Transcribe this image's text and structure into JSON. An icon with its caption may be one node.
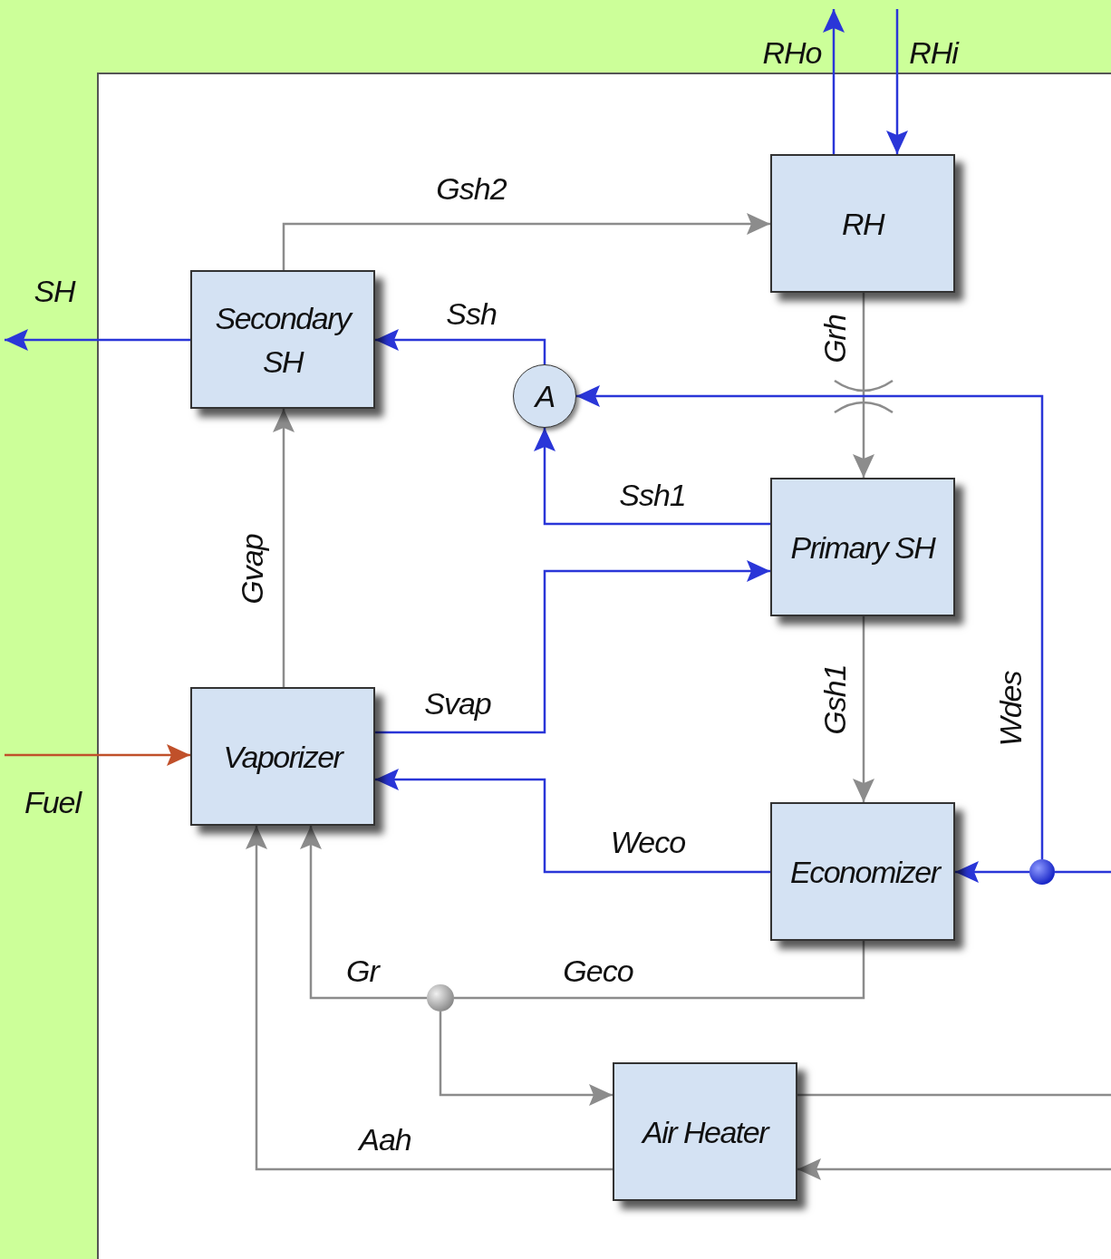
{
  "diagram": {
    "nodes": [
      {
        "text": [
          "Secondary SH"
        ]
      },
      {
        "text": [
          "RH"
        ]
      },
      {
        "text": [
          "A"
        ]
      },
      {
        "text": [
          "Primary SH"
        ]
      },
      {
        "text": [
          "Vaporizer"
        ]
      },
      {
        "text": [
          "Economizer"
        ]
      },
      {
        "text": [
          "Air Heater"
        ]
      },
      {
        "text": [],
        "shape": "circle"
      },
      {
        "text": [],
        "shape": "circle"
      }
    ],
    "edges": [
      {
        "from": 0,
        "to": 1,
        "arrow": "to",
        "label": "Gsh2"
      },
      {
        "from": 1,
        "to": null,
        "arrow": "to",
        "label": "RHo",
        "color": "#2a36d8"
      },
      {
        "from": null,
        "to": 1,
        "arrow": "to",
        "label": "RHi",
        "color": "#2a36d8"
      },
      {
        "from": 2,
        "to": 0,
        "arrow": "to",
        "label": "Ssh",
        "color": "#2a36d8"
      },
      {
        "from": 0,
        "to": null,
        "arrow": "to",
        "label": "SH",
        "color": "#2a36d8"
      },
      {
        "from": 1,
        "to": 3,
        "arrow": "to",
        "label": "Grh"
      },
      {
        "from": 7,
        "to": 2,
        "arrow": "to",
        "label": "Wdes",
        "color": "#2a36d8"
      },
      {
        "from": 3,
        "to": 2,
        "arrow": "to",
        "label": "Ssh1",
        "color": "#2a36d8"
      },
      {
        "from": 4,
        "to": 3,
        "arrow": "to",
        "label": "Svap",
        "color": "#2a36d8"
      },
      {
        "from": 4,
        "to": 0,
        "arrow": "to",
        "label": "Gvap"
      },
      {
        "from": null,
        "to": 4,
        "arrow": "to",
        "label": "Fuel",
        "color": "#c0502a"
      },
      {
        "from": 5,
        "to": 4,
        "arrow": "to",
        "label": "Weco",
        "color": "#2a36d8"
      },
      {
        "from": 3,
        "to": 5,
        "arrow": "to",
        "label": "Gsh1"
      },
      {
        "from": null,
        "to": 7,
        "arrow": "none",
        "color": "#2a36d8"
      },
      {
        "from": 7,
        "to": 5,
        "arrow": "to",
        "color": "#2a36d8"
      },
      {
        "from": 5,
        "to": 8,
        "arrow": "none",
        "label": "Geco"
      },
      {
        "from": 8,
        "to": 4,
        "arrow": "to",
        "label": "Gr"
      },
      {
        "from": 8,
        "to": 6,
        "arrow": "to"
      },
      {
        "from": 6,
        "to": null,
        "arrow": "none"
      },
      {
        "from": null,
        "to": 6,
        "arrow": "to"
      },
      {
        "from": 6,
        "to": 4,
        "arrow": "to",
        "label": "Aah"
      }
    ]
  }
}
